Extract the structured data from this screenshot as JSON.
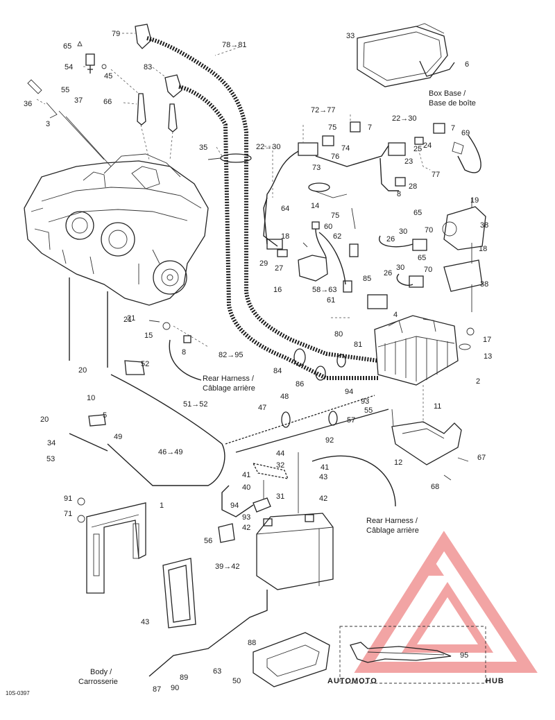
{
  "callouts": [
    {
      "id": "c65a",
      "text": "65"
    },
    {
      "id": "c54",
      "text": "54"
    },
    {
      "id": "c45",
      "text": "45"
    },
    {
      "id": "c55",
      "text": "55"
    },
    {
      "id": "c37",
      "text": "37"
    },
    {
      "id": "c36",
      "text": "36"
    },
    {
      "id": "c3",
      "text": "3"
    },
    {
      "id": "c66",
      "text": "66"
    },
    {
      "id": "c79",
      "text": "79"
    },
    {
      "id": "c83",
      "text": "83"
    },
    {
      "id": "c78",
      "text": "78→81"
    },
    {
      "id": "c35",
      "text": "35"
    },
    {
      "id": "c33",
      "text": "33"
    },
    {
      "id": "c6",
      "text": "6"
    },
    {
      "id": "c72",
      "text": "72→77"
    },
    {
      "id": "c75",
      "text": "75"
    },
    {
      "id": "c7a",
      "text": "7"
    },
    {
      "id": "c22a",
      "text": "22→30"
    },
    {
      "id": "c7b",
      "text": "7"
    },
    {
      "id": "c69",
      "text": "69"
    },
    {
      "id": "c22b",
      "text": "22→30"
    },
    {
      "id": "c73",
      "text": "73"
    },
    {
      "id": "c76",
      "text": "76"
    },
    {
      "id": "c74",
      "text": "74"
    },
    {
      "id": "c25",
      "text": "25"
    },
    {
      "id": "c24",
      "text": "24"
    },
    {
      "id": "c23",
      "text": "23"
    },
    {
      "id": "c77",
      "text": "77"
    },
    {
      "id": "c28",
      "text": "28"
    },
    {
      "id": "c8a",
      "text": "8"
    },
    {
      "id": "c14",
      "text": "14"
    },
    {
      "id": "c64",
      "text": "64"
    },
    {
      "id": "c75b",
      "text": "75"
    },
    {
      "id": "c60",
      "text": "60"
    },
    {
      "id": "c19",
      "text": "19"
    },
    {
      "id": "c65b",
      "text": "65"
    },
    {
      "id": "c70a",
      "text": "70"
    },
    {
      "id": "c38a",
      "text": "38"
    },
    {
      "id": "c18a",
      "text": "18"
    },
    {
      "id": "c62",
      "text": "62"
    },
    {
      "id": "c26a",
      "text": "26"
    },
    {
      "id": "c30a",
      "text": "30"
    },
    {
      "id": "c18b",
      "text": "18"
    },
    {
      "id": "c29",
      "text": "29"
    },
    {
      "id": "c27",
      "text": "27"
    },
    {
      "id": "c65c",
      "text": "65"
    },
    {
      "id": "c30b",
      "text": "30"
    },
    {
      "id": "c16",
      "text": "16"
    },
    {
      "id": "c26b",
      "text": "26"
    },
    {
      "id": "c70b",
      "text": "70"
    },
    {
      "id": "c38b",
      "text": "38"
    },
    {
      "id": "c58",
      "text": "58→63"
    },
    {
      "id": "c61",
      "text": "61"
    },
    {
      "id": "c85",
      "text": "85"
    },
    {
      "id": "c4",
      "text": "4"
    },
    {
      "id": "c21a",
      "text": "21"
    },
    {
      "id": "c15",
      "text": "15"
    },
    {
      "id": "c8b",
      "text": "8"
    },
    {
      "id": "c80",
      "text": "80"
    },
    {
      "id": "c17",
      "text": "17"
    },
    {
      "id": "c81",
      "text": "81"
    },
    {
      "id": "c82",
      "text": "82→95"
    },
    {
      "id": "c13",
      "text": "13"
    },
    {
      "id": "c20a",
      "text": "20"
    },
    {
      "id": "c52",
      "text": "52"
    },
    {
      "id": "c84",
      "text": "84"
    },
    {
      "id": "c2",
      "text": "2"
    },
    {
      "id": "c86",
      "text": "86"
    },
    {
      "id": "c10",
      "text": "10"
    },
    {
      "id": "c94a",
      "text": "94"
    },
    {
      "id": "c5",
      "text": "5"
    },
    {
      "id": "c51",
      "text": "51→52"
    },
    {
      "id": "c48",
      "text": "48"
    },
    {
      "id": "c93a",
      "text": "93"
    },
    {
      "id": "c47",
      "text": "47"
    },
    {
      "id": "c55b",
      "text": "55"
    },
    {
      "id": "c11",
      "text": "11"
    },
    {
      "id": "c20b",
      "text": "20"
    },
    {
      "id": "c57",
      "text": "57"
    },
    {
      "id": "c49",
      "text": "49"
    },
    {
      "id": "c92",
      "text": "92"
    },
    {
      "id": "c34",
      "text": "34"
    },
    {
      "id": "c46",
      "text": "46→49"
    },
    {
      "id": "c44",
      "text": "44"
    },
    {
      "id": "c12",
      "text": "12"
    },
    {
      "id": "c67",
      "text": "67"
    },
    {
      "id": "c53",
      "text": "53"
    },
    {
      "id": "c32",
      "text": "32"
    },
    {
      "id": "c41a",
      "text": "41"
    },
    {
      "id": "c41b",
      "text": "41"
    },
    {
      "id": "c43",
      "text": "43"
    },
    {
      "id": "c68",
      "text": "68"
    },
    {
      "id": "c40",
      "text": "40"
    },
    {
      "id": "c31",
      "text": "31"
    },
    {
      "id": "c42a",
      "text": "42"
    },
    {
      "id": "c91",
      "text": "91"
    },
    {
      "id": "c1",
      "text": "1"
    },
    {
      "id": "c94b",
      "text": "94"
    },
    {
      "id": "c71",
      "text": "71"
    },
    {
      "id": "c93b",
      "text": "93"
    },
    {
      "id": "c42b",
      "text": "42"
    },
    {
      "id": "c56",
      "text": "56"
    },
    {
      "id": "c39",
      "text": "39→42"
    },
    {
      "id": "c43b",
      "text": "43"
    },
    {
      "id": "c88",
      "text": "88"
    },
    {
      "id": "c95",
      "text": "95"
    },
    {
      "id": "c89",
      "text": "89"
    },
    {
      "id": "c87",
      "text": "87"
    },
    {
      "id": "c90",
      "text": "90"
    },
    {
      "id": "c50",
      "text": "50"
    },
    {
      "id": "c63",
      "text": "63"
    },
    {
      "id": "c21b",
      "text": "21"
    }
  ],
  "notes": {
    "box_base": [
      "Box Base /",
      "Base de boîte"
    ],
    "rear_harness_1": [
      "Rear Harness /",
      "Câblage arrière"
    ],
    "rear_harness_2": [
      "Rear Harness /",
      "Câblage arrière"
    ],
    "body": [
      "Body /",
      "Carrosserie"
    ]
  },
  "figure_code": "10S-0397",
  "watermark": {
    "text_a": "AUTOMOTO",
    "text_b": "HUB",
    "color_a": "#f5c98a",
    "color_b": "#6a6a6a",
    "triangle_color": "#e85a5a"
  }
}
